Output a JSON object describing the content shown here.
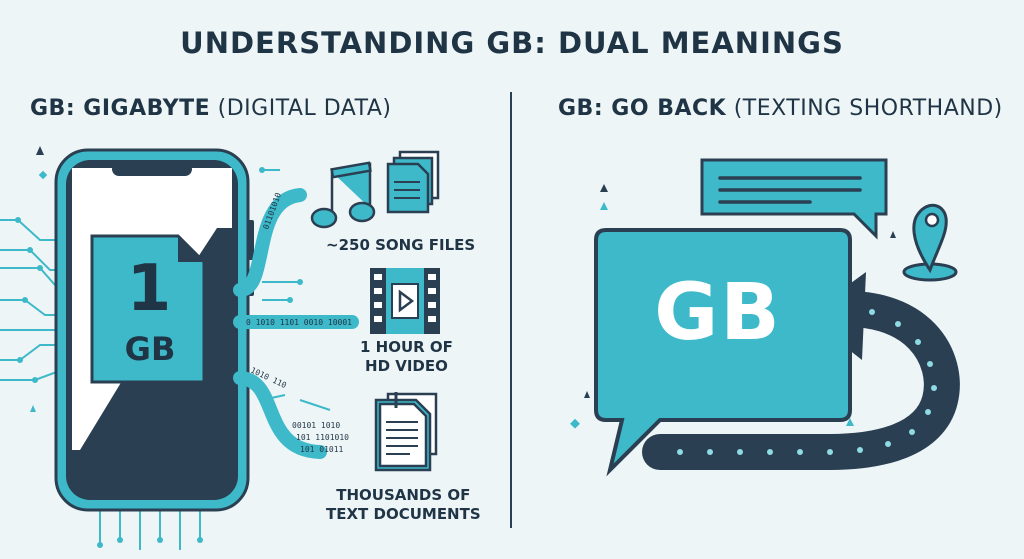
{
  "title": "UNDERSTANDING GB: DUAL MEANINGS",
  "left": {
    "heading_bold": "GB: GIGABYTE",
    "heading_light": "(DIGITAL DATA)",
    "phone": {
      "big_number": "1",
      "unit": "GB"
    },
    "items": [
      {
        "label": "~250 SONG FILES",
        "icon": "music-note-icon"
      },
      {
        "label_line1": "1 HOUR OF",
        "label_line2": "HD VIDEO",
        "icon": "video-play-icon"
      },
      {
        "label_line1": "THOUSANDS OF",
        "label_line2": "TEXT DOCUMENTS",
        "icon": "document-stack-icon"
      }
    ]
  },
  "right": {
    "heading_bold": "GB: GO BACK",
    "heading_light": "(TEXTING SHORTHAND)",
    "bubble_text": "GB"
  },
  "colors": {
    "accent": "#3db9c9",
    "dark": "#2a3f52",
    "background": "#eef5f7"
  }
}
